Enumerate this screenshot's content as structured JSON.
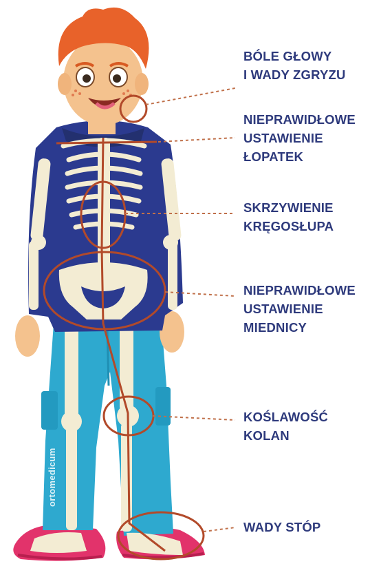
{
  "colors": {
    "label": "#2e3a7c",
    "marker": "#b24a2a",
    "hair": "#e8622a",
    "skin": "#f4c28e",
    "hoodie": "#2b3a8f",
    "jeans": "#2ea9cf",
    "bone": "#f3ecd3",
    "sandal": "#e2336b"
  },
  "icons": {
    "watermark": "ortomedicum-logo-icon"
  },
  "labels": [
    {
      "id": "head",
      "lines": [
        "BÓLE GŁOWY",
        "I WADY ZGRYZU"
      ]
    },
    {
      "id": "scapula",
      "lines": [
        "NIEPRAWIDŁOWE",
        "USTAWIENIE",
        "ŁOPATEK"
      ]
    },
    {
      "id": "spine",
      "lines": [
        "SKRZYWIENIE",
        "KRĘGOSŁUPA"
      ]
    },
    {
      "id": "pelvis",
      "lines": [
        "NIEPRAWIDŁOWE",
        "USTAWIENIE",
        "MIEDNICY"
      ]
    },
    {
      "id": "knee",
      "lines": [
        "KOŚLAWOŚĆ",
        "KOLAN"
      ]
    },
    {
      "id": "feet",
      "lines": [
        "WADY STÓP"
      ]
    }
  ],
  "watermark": "ortomedicum"
}
